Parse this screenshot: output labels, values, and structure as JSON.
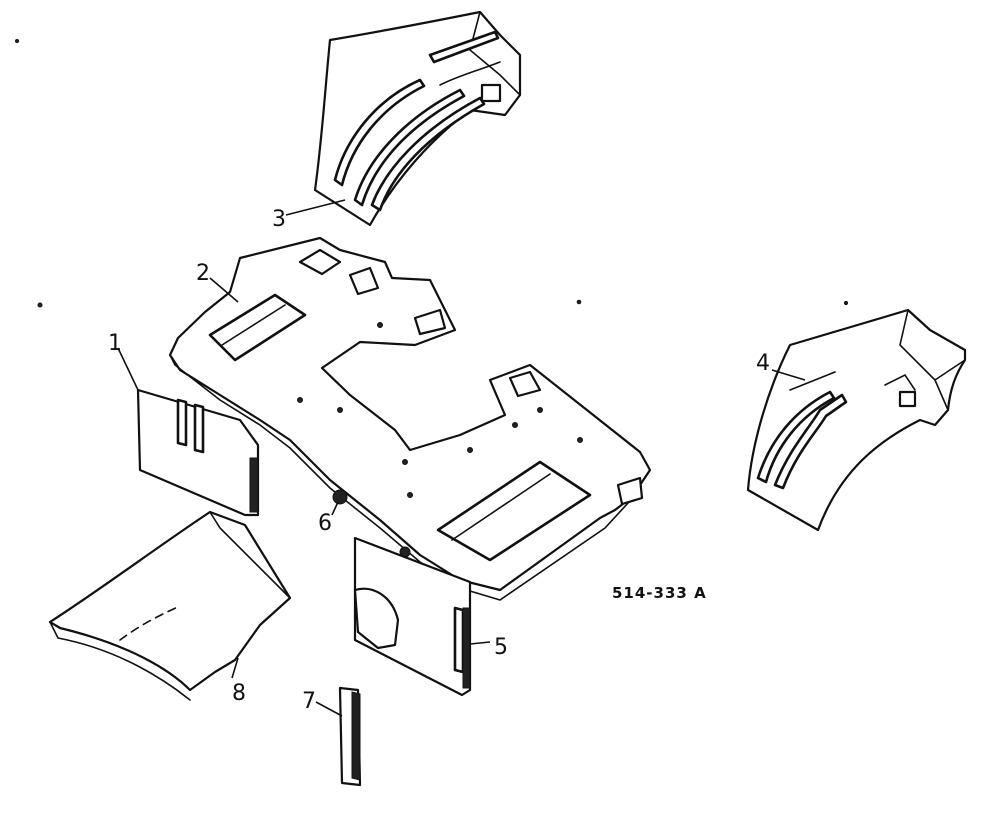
{
  "figure": {
    "reference_code": "514-333 A",
    "callouts": [
      "1",
      "2",
      "3",
      "4",
      "5",
      "6",
      "7",
      "8"
    ]
  }
}
